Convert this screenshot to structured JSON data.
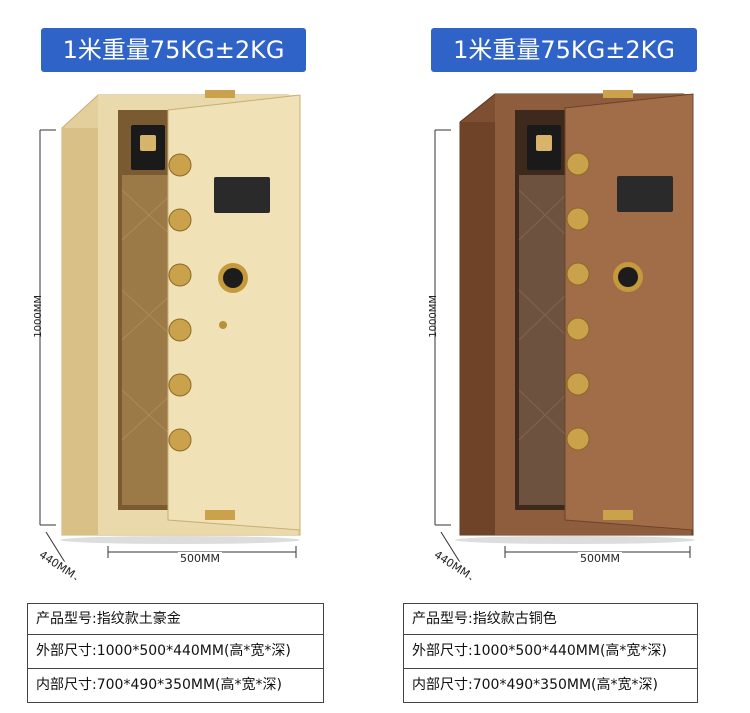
{
  "products": [
    {
      "badge": "1米重量75KG±2KG",
      "height_label": "1000MM",
      "depth_label": "440MM",
      "width_label": "500MM",
      "color_main": "#e6d4a2",
      "color_dark": "#b99c5e",
      "color_inner": "#8a6a3c",
      "specs": [
        "产品型号:指纹款土豪金",
        "外部尺寸:1000*500*440MM(高*宽*深)",
        "内部尺寸:700*490*350MM(高*宽*深)"
      ]
    },
    {
      "badge": "1米重量75KG±2KG",
      "height_label": "1000MM",
      "depth_label": "440MM",
      "width_label": "500MM",
      "color_main": "#8a5a3a",
      "color_dark": "#5e3a24",
      "color_inner": "#6b4a36",
      "specs": [
        "产品型号:指纹款古铜色",
        "外部尺寸:1000*500*440MM(高*宽*深)",
        "内部尺寸:700*490*350MM(高*宽*深)"
      ]
    }
  ]
}
